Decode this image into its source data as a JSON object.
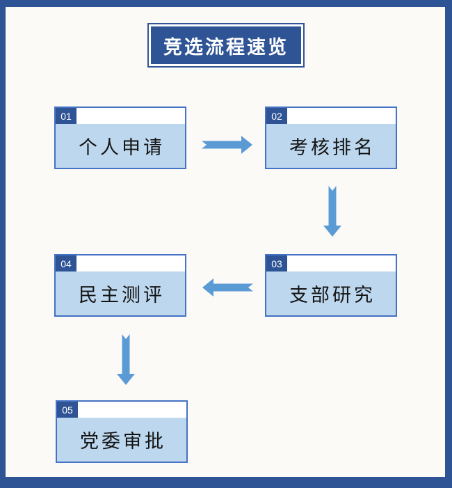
{
  "title": {
    "text": "竞选流程速览"
  },
  "steps": [
    {
      "number": "01",
      "label": "个人申请"
    },
    {
      "number": "02",
      "label": "考核排名"
    },
    {
      "number": "03",
      "label": "支部研究"
    },
    {
      "number": "04",
      "label": "民主测评"
    },
    {
      "number": "05",
      "label": "党委审批"
    }
  ],
  "flow": [
    {
      "from": "01",
      "to": "02",
      "direction": "right"
    },
    {
      "from": "02",
      "to": "03",
      "direction": "down"
    },
    {
      "from": "03",
      "to": "04",
      "direction": "left"
    },
    {
      "from": "04",
      "to": "05",
      "direction": "down"
    }
  ],
  "colors": {
    "frame_blue": "#2F5496",
    "title_fill": "#2F5496",
    "box_border": "#4472C4",
    "box_fill_light": "#BDD7EE",
    "number_tab_fill": "#2F5496",
    "arrow_blue": "#5B9BD5",
    "background": "#FCFAF6",
    "label_text": "#141414",
    "title_text": "#FFFFFF"
  }
}
